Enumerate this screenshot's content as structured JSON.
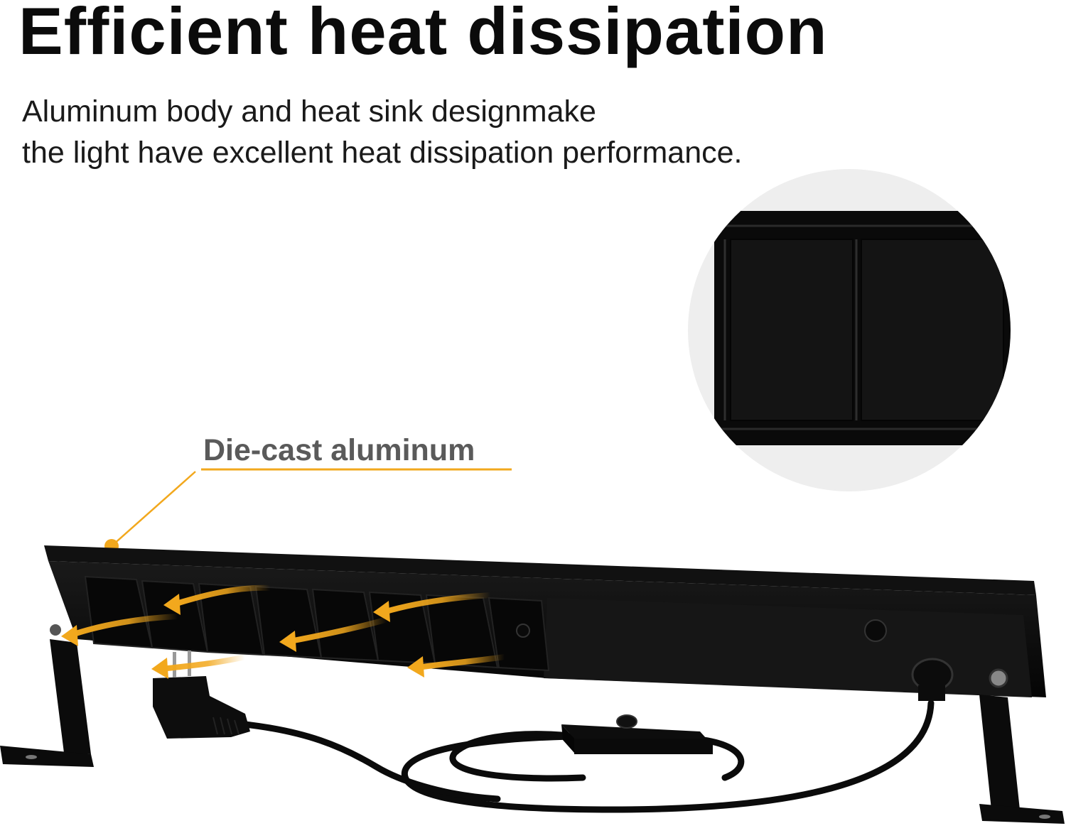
{
  "heading": {
    "title": "Efficient heat dissipation",
    "description_line1": "Aluminum body and heat sink designmake",
    "description_line2": "the light have excellent heat dissipation performance."
  },
  "callout": {
    "label": "Die-cast aluminum"
  },
  "colors": {
    "accent": "#F2A81D",
    "product": "#0d0d0d",
    "zoom_background": "#eeeeee"
  },
  "icons": [
    "heat-flow-arrow-icon",
    "power-plug-icon",
    "inline-switch-icon"
  ]
}
